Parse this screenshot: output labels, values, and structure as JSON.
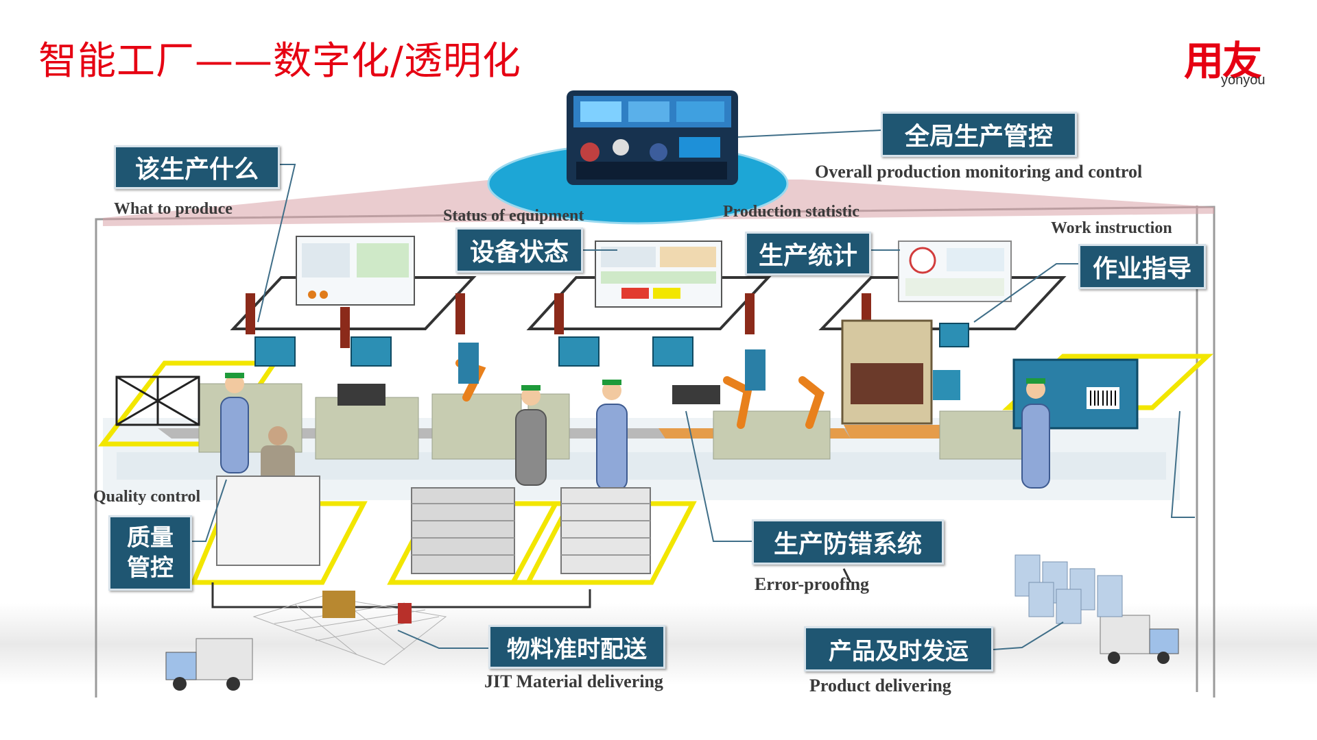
{
  "title": "智能工厂——数字化/透明化",
  "logo": {
    "cn": "用友",
    "en": "yonyou"
  },
  "labels": {
    "what_to_produce": {
      "cn": "该生产什么",
      "en": "What to produce"
    },
    "overall_control": {
      "cn": "全局生产管控",
      "en": "Overall production monitoring and control"
    },
    "equipment_status": {
      "cn": "设备状态",
      "en": "Status of equipment"
    },
    "production_statistic": {
      "cn": "生产统计",
      "en": "Production statistic"
    },
    "work_instruction": {
      "cn": "作业指导",
      "en": "Work instruction"
    },
    "quality_control": {
      "cn": "质量\n管控",
      "en": "Quality control"
    },
    "error_proofing": {
      "cn": "生产防错系统",
      "en": "Error-proofing"
    },
    "jit_material": {
      "cn": "物料准时配送",
      "en": "JIT Material delivering"
    },
    "product_delivering": {
      "cn": "产品及时发运",
      "en": "Product delivering"
    }
  },
  "colors": {
    "title_red": "#e60012",
    "tag_blue": "#1f5672",
    "highlight_yellow": "#f2e600",
    "robot_orange": "#e8801c"
  },
  "icons": [
    "control-room-photo",
    "monitor-screen-icon",
    "worker-icon",
    "robot-arm-icon",
    "truck-icon",
    "warehouse-icon",
    "barcode-icon"
  ]
}
